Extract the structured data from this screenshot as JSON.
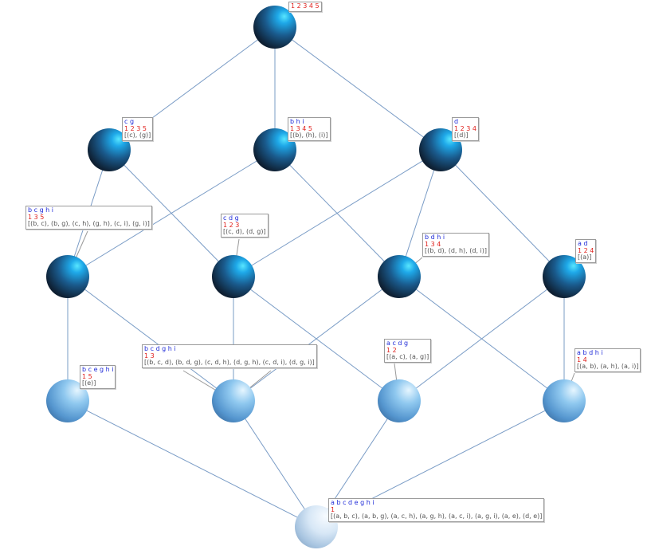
{
  "nodes": [
    {
      "id": "n12345",
      "shade": "dark",
      "attrs": "",
      "objs": "1 2 3 4 5",
      "impl": ""
    },
    {
      "id": "ncg",
      "shade": "dark",
      "attrs": "c g",
      "objs": "1 2 3 5",
      "impl": "[(c), (g)]"
    },
    {
      "id": "nbhi",
      "shade": "dark",
      "attrs": "b h i",
      "objs": "1 3 4 5",
      "impl": "[(b), (h), (i)]"
    },
    {
      "id": "nd",
      "shade": "dark",
      "attrs": "d",
      "objs": "1 2 3 4",
      "impl": "[(d)]"
    },
    {
      "id": "nbcghi",
      "shade": "dark",
      "attrs": "b c g h i",
      "objs": "1 3 5",
      "impl": "[(b, c), (b, g), (c, h), (g, h), (c, i), (g, i)]"
    },
    {
      "id": "ncdg",
      "shade": "dark",
      "attrs": "c d g",
      "objs": "1 2 3",
      "impl": "[(c, d), (d, g)]"
    },
    {
      "id": "nbdhi",
      "shade": "dark",
      "attrs": "b d h i",
      "objs": "1 3 4",
      "impl": "[(b, d), (d, h), (d, i)]"
    },
    {
      "id": "nad",
      "shade": "dark",
      "attrs": "a d",
      "objs": "1 2 4",
      "impl": "[(a)]"
    },
    {
      "id": "nbceghi",
      "shade": "light",
      "attrs": "b c e g h i",
      "objs": "1 5",
      "impl": "[(e)]"
    },
    {
      "id": "nbcdghi",
      "shade": "light",
      "attrs": "b c d g h i",
      "objs": "1 3",
      "impl": "[(b, c, d), (b, d, g), (c, d, h), (d, g, h), (c, d, i), (d, g, i)]"
    },
    {
      "id": "nacdg",
      "shade": "light",
      "attrs": "a c d g",
      "objs": "1 2",
      "impl": "[(a, c), (a, g)]"
    },
    {
      "id": "nabdhi",
      "shade": "light",
      "attrs": "a b d h i",
      "objs": "1 4",
      "impl": "[(a, b), (a, h), (a, i)]"
    },
    {
      "id": "nbottom",
      "shade": "lightest",
      "attrs": "a b c d e g h i",
      "objs": "1",
      "impl": "[(a, b, c), (a, b, g), (a, c, h), (a, g, h), (a, c, i), (a, g, i), (a, e), (d, e)]"
    }
  ],
  "edges": [
    [
      "n12345",
      "ncg"
    ],
    [
      "n12345",
      "nbhi"
    ],
    [
      "n12345",
      "nd"
    ],
    [
      "ncg",
      "nbcghi"
    ],
    [
      "ncg",
      "ncdg"
    ],
    [
      "nbhi",
      "nbcghi"
    ],
    [
      "nbhi",
      "nbdhi"
    ],
    [
      "nd",
      "ncdg"
    ],
    [
      "nd",
      "nbdhi"
    ],
    [
      "nd",
      "nad"
    ],
    [
      "nbcghi",
      "nbceghi"
    ],
    [
      "nbcghi",
      "nbcdghi"
    ],
    [
      "ncdg",
      "nbcdghi"
    ],
    [
      "ncdg",
      "nacdg"
    ],
    [
      "nbdhi",
      "nbcdghi"
    ],
    [
      "nbdhi",
      "nabdhi"
    ],
    [
      "nad",
      "nacdg"
    ],
    [
      "nad",
      "nabdhi"
    ],
    [
      "nbceghi",
      "nbottom"
    ],
    [
      "nbcdghi",
      "nbottom"
    ],
    [
      "nacdg",
      "nbottom"
    ],
    [
      "nabdhi",
      "nbottom"
    ]
  ]
}
